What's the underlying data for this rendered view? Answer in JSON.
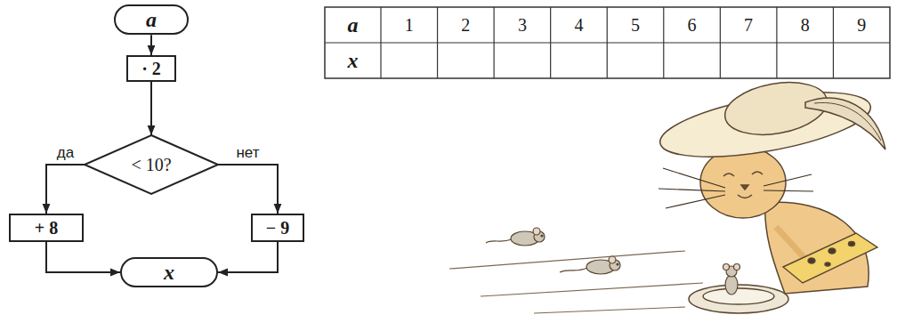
{
  "diagram": {
    "nodes": [
      {
        "text": [
          "a"
        ]
      },
      {
        "text": [
          "· 2"
        ]
      },
      {
        "text": [
          "< 10?"
        ]
      },
      {
        "text": [
          "+ 8"
        ]
      },
      {
        "text": [
          "− 9"
        ]
      },
      {
        "text": [
          "x"
        ]
      }
    ],
    "edges": [
      {
        "from": 0,
        "to": 1,
        "arrow": "to"
      },
      {
        "from": 1,
        "to": 2,
        "arrow": "to"
      },
      {
        "from": 2,
        "to": 3,
        "label": "да",
        "arrow": "to"
      },
      {
        "from": 2,
        "to": 4,
        "label": "нет",
        "arrow": "to"
      },
      {
        "from": 3,
        "to": 5,
        "arrow": "to"
      },
      {
        "from": 4,
        "to": 5,
        "arrow": "to"
      }
    ],
    "labels": [
      "a",
      "1",
      "2",
      "3",
      "4",
      "5",
      "6",
      "7",
      "8",
      "9",
      "x"
    ]
  }
}
